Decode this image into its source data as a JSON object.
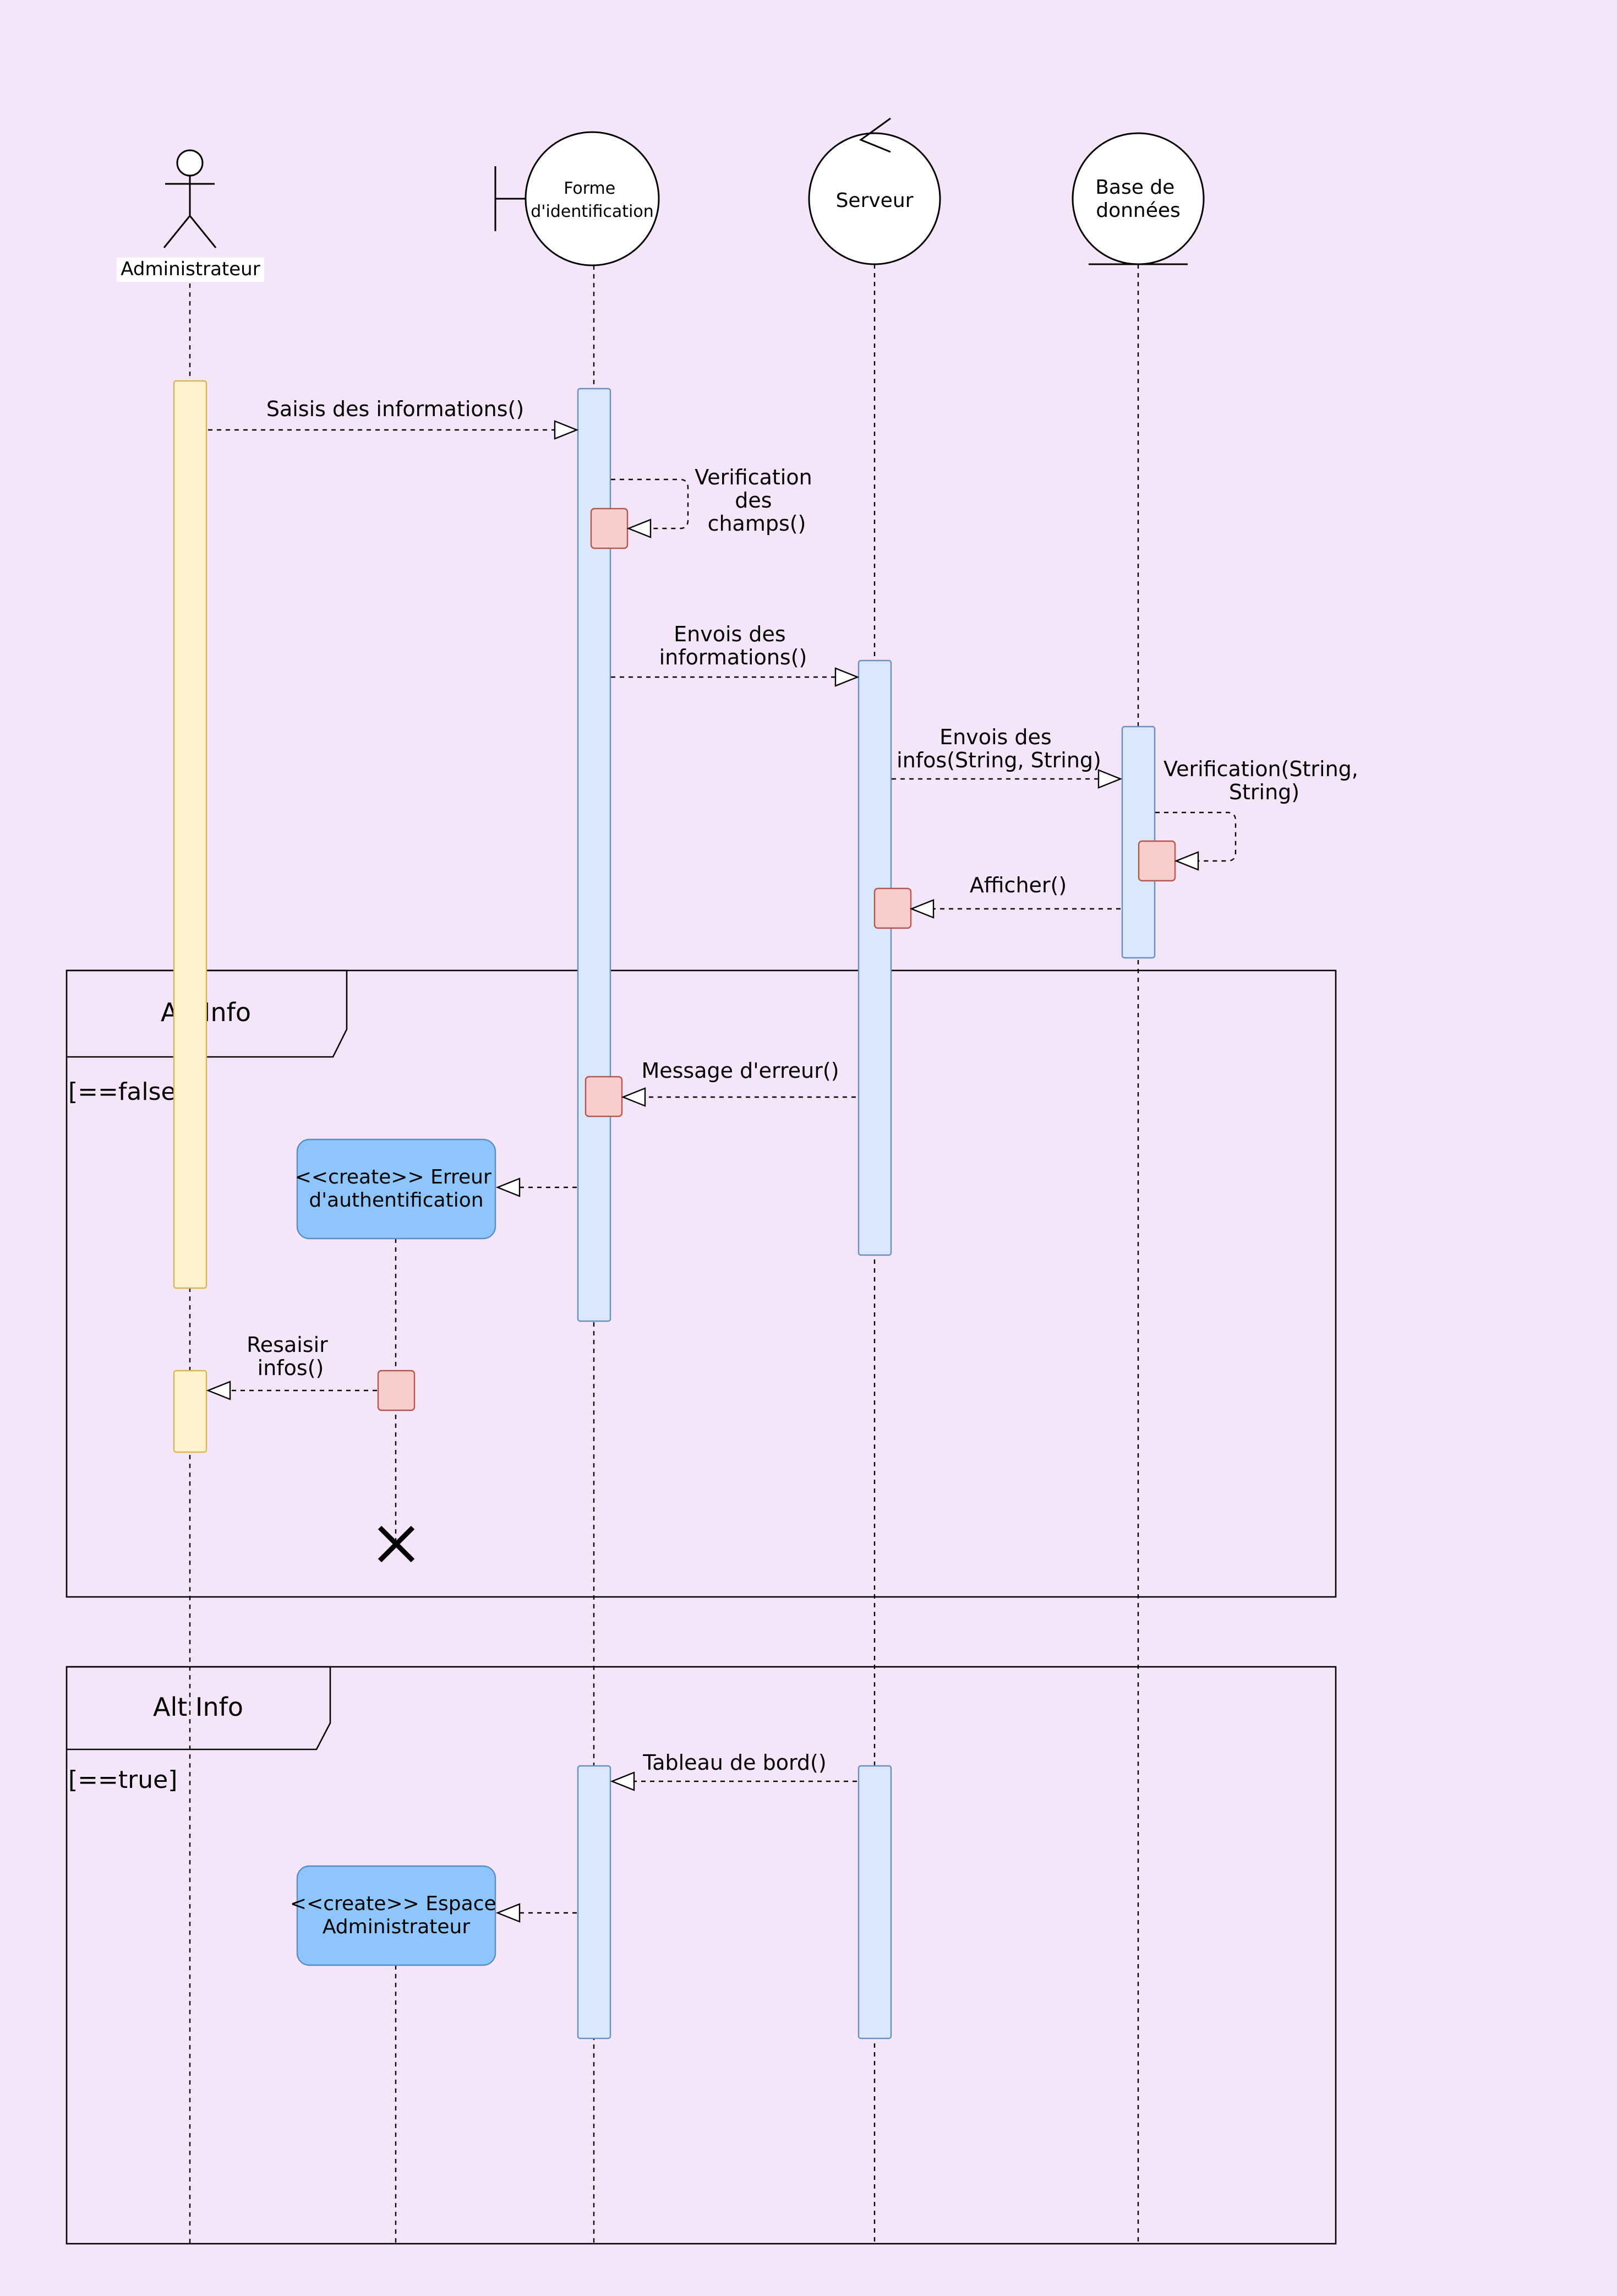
{
  "participants": {
    "admin": "Administrateur",
    "form": "Forme d'identification",
    "server": "Serveur",
    "db": "Base de données"
  },
  "messages": {
    "m1": "Saisis des informations()",
    "m2_l1": "Verification",
    "m2_l2": "des",
    "m2_l3": "champs()",
    "m3_l1": "Envois des",
    "m3_l2": "informations()",
    "m4_l1": "Envois des",
    "m4_l2": "infos(String, String)",
    "m5_l1": "Verification(String,",
    "m5_l2": "String)",
    "m6": "Afficher()",
    "m7": "Message d'erreur()",
    "m8_l1": "Resaisir",
    "m8_l2": "infos()",
    "m9": "Tableau de bord()"
  },
  "fragments": {
    "alt1_label": "Alt Info",
    "alt1_guard": "[==false]",
    "alt2_label": "Alt Info",
    "alt2_guard": "[==true]"
  },
  "created_objects": {
    "error_l1": "<<create>> Erreur",
    "error_l2": "d'authentification",
    "space_l1": "<<create>> Espace",
    "space_l2": "Administrateur"
  },
  "colors": {
    "background": "#f4e6f8",
    "admin_activation": "#fff2cc",
    "activation": "#dae8fc",
    "self_call": "#f8cecc",
    "created_object": "#8ec5fa"
  }
}
